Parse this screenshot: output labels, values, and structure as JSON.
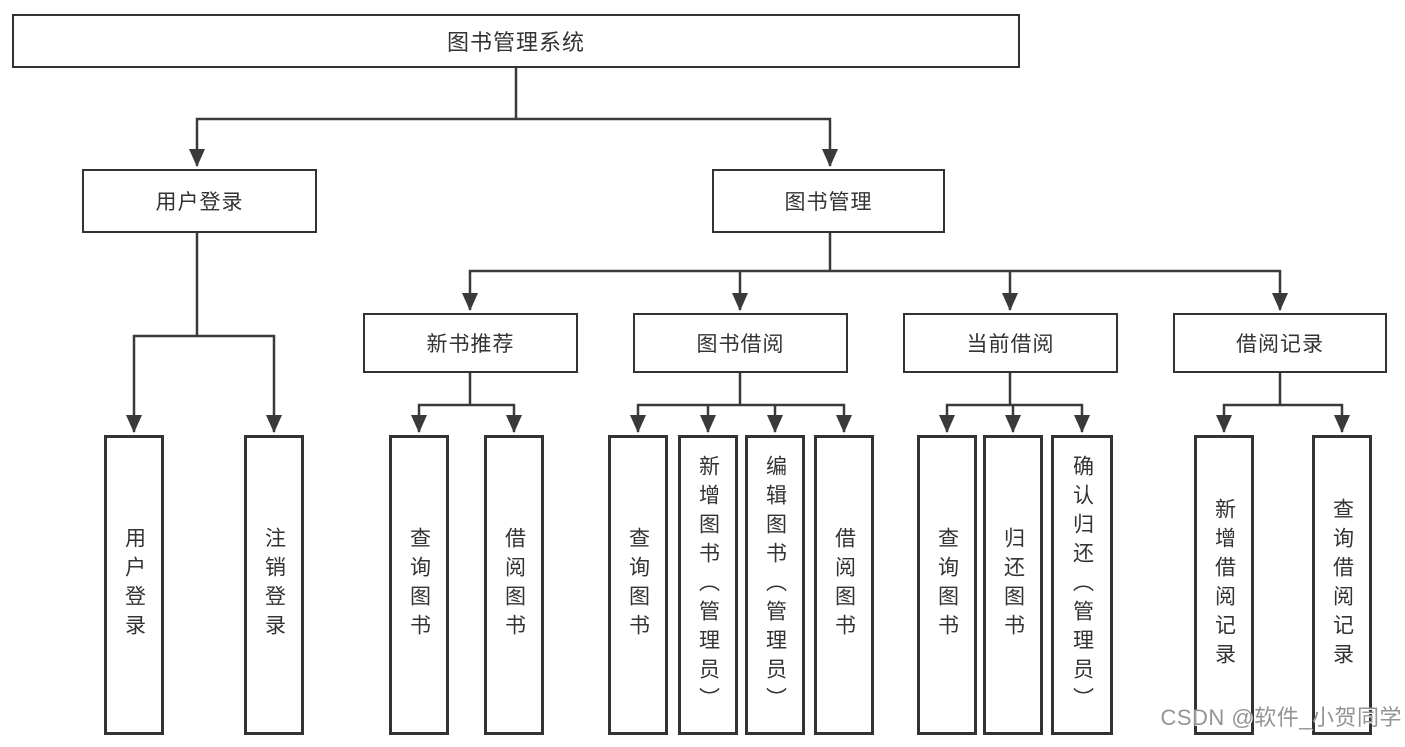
{
  "diagram": {
    "root": {
      "label": "图书管理系统"
    },
    "level1": [
      {
        "id": "user-login",
        "label": "用户登录"
      },
      {
        "id": "book-management",
        "label": "图书管理"
      }
    ],
    "level2": [
      {
        "id": "new-book-recommend",
        "label": "新书推荐"
      },
      {
        "id": "book-borrow",
        "label": "图书借阅"
      },
      {
        "id": "current-borrow",
        "label": "当前借阅"
      },
      {
        "id": "borrow-records",
        "label": "借阅记录"
      }
    ],
    "leaves": {
      "user_login": [
        "用户登录",
        "注销登录"
      ],
      "new_book_recommend": [
        "查询图书",
        "借阅图书"
      ],
      "book_borrow": [
        "查询图书",
        "新增图书（管理员）",
        "编辑图书（管理员）",
        "借阅图书"
      ],
      "current_borrow": [
        "查询图书",
        "归还图书",
        "确认归还（管理员）"
      ],
      "borrow_records": [
        "新增借阅记录",
        "查询借阅记录"
      ]
    }
  },
  "watermark": {
    "text": "CSDN @软件_小贺同学"
  },
  "colors": {
    "background": "#ffffff",
    "line": "#3a3a3a",
    "border": "#333333",
    "text": "#333333",
    "watermark": "#949494"
  }
}
